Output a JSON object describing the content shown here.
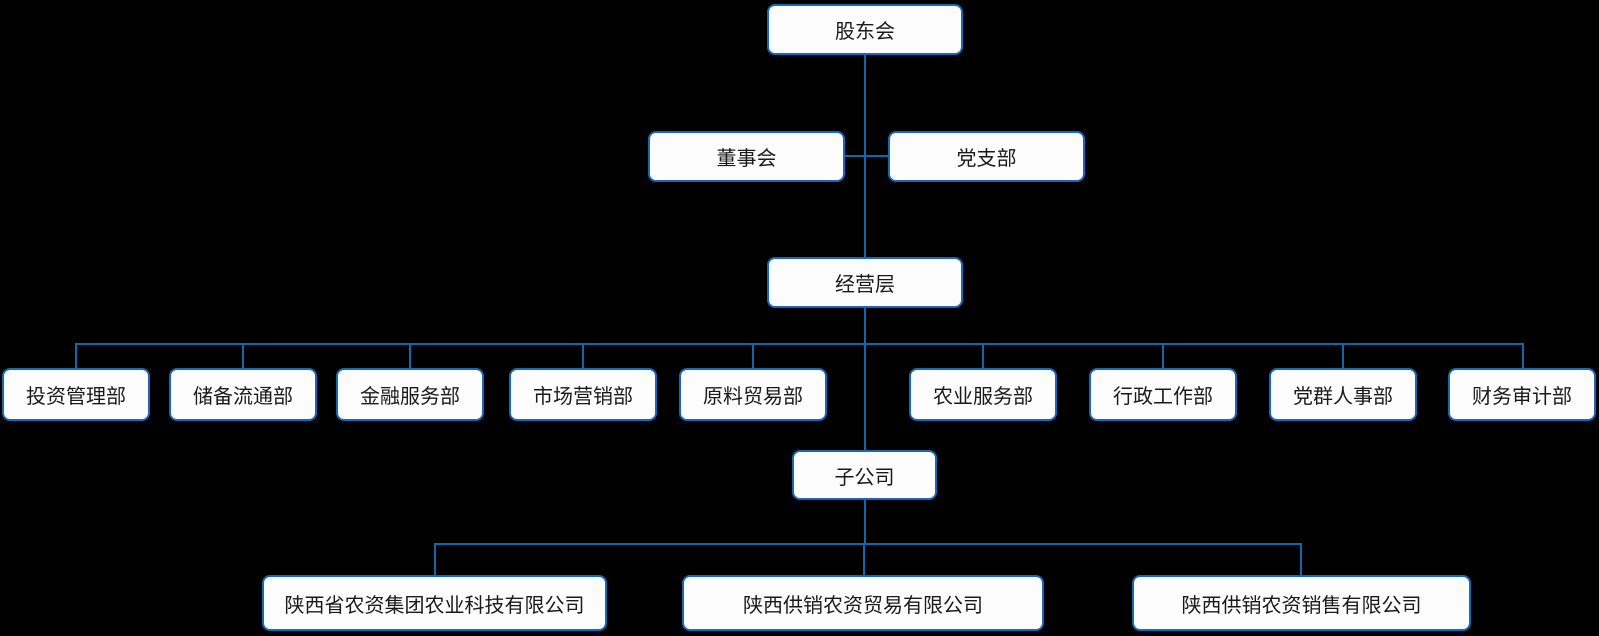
{
  "diagram_type": "org-chart",
  "colors": {
    "background": "#000000",
    "connector_line": "#1566A9",
    "box_border": "#1768B8",
    "box_fill": "#FCFCFD",
    "text": "#1A1A1A"
  },
  "org_chart": {
    "root_label": "股东会",
    "governance": [
      "董事会",
      "党支部"
    ],
    "management_label": "经营层",
    "departments": [
      "投资管理部",
      "储备流通部",
      "金融服务部",
      "市场营销部",
      "原料贸易部",
      "农业服务部",
      "行政工作部",
      "党群人事部",
      "财务审计部"
    ],
    "subsidiary_group_label": "子公司",
    "subsidiaries": [
      "陕西省农资集团农业科技有限公司",
      "陕西供销农资贸易有限公司",
      "陕西供销农资销售有限公司"
    ]
  }
}
